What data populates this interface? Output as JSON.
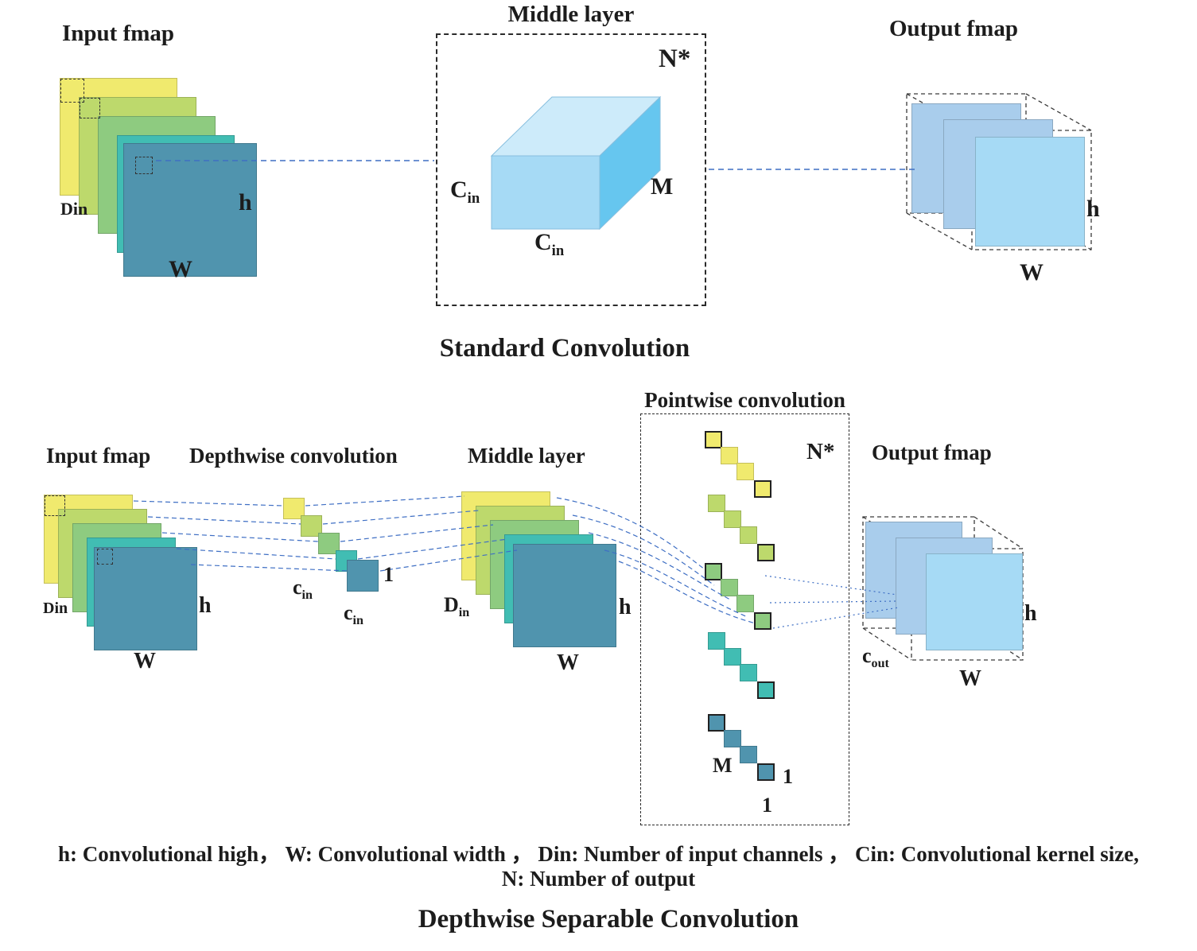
{
  "palette": {
    "yellow": "#f0ea6e",
    "yellow_green": "#bdd96c",
    "green": "#8ecb80",
    "teal": "#41bdb3",
    "steel_blue": "#5094ae",
    "cube_front": "#a6daf5",
    "cube_top": "#cdebfa",
    "cube_side": "#66c6ef",
    "output_blue": "#a9cdec",
    "connector": "#3f6fc4"
  },
  "standard": {
    "title": "Standard Convolution",
    "input": {
      "label": "Input fmap",
      "din": "Din",
      "h": "h",
      "w": "W"
    },
    "middle": {
      "label": "Middle layer",
      "n_star": "N*",
      "c": "C",
      "in_sub": "in",
      "m": "M"
    },
    "output": {
      "label": "Output fmap",
      "h": "h",
      "w": "W"
    }
  },
  "separable": {
    "title": "Depthwise Separable Convolution",
    "input": {
      "label": "Input fmap",
      "din": "Din",
      "h": "h",
      "w": "W"
    },
    "depthwise": {
      "label": "Depthwise convolution",
      "c": "c",
      "in_sub": "in",
      "one": "1"
    },
    "middle": {
      "label": "Middle layer",
      "d": "D",
      "in_sub": "in",
      "h": "h",
      "w": "W"
    },
    "pointwise": {
      "label": "Pointwise convolution",
      "n_star": "N*",
      "m": "M",
      "one_right": "1",
      "one_bottom": "1"
    },
    "output": {
      "label": "Output fmap",
      "h": "h",
      "w": "W",
      "c": "c",
      "out_sub": "out"
    }
  },
  "legend": {
    "line1": "h:  Convolutional high， W: Convolutional width ，  Din: Number of input channels ，  Cin: Convolutional kernel size,",
    "line2": "N: Number of output"
  }
}
